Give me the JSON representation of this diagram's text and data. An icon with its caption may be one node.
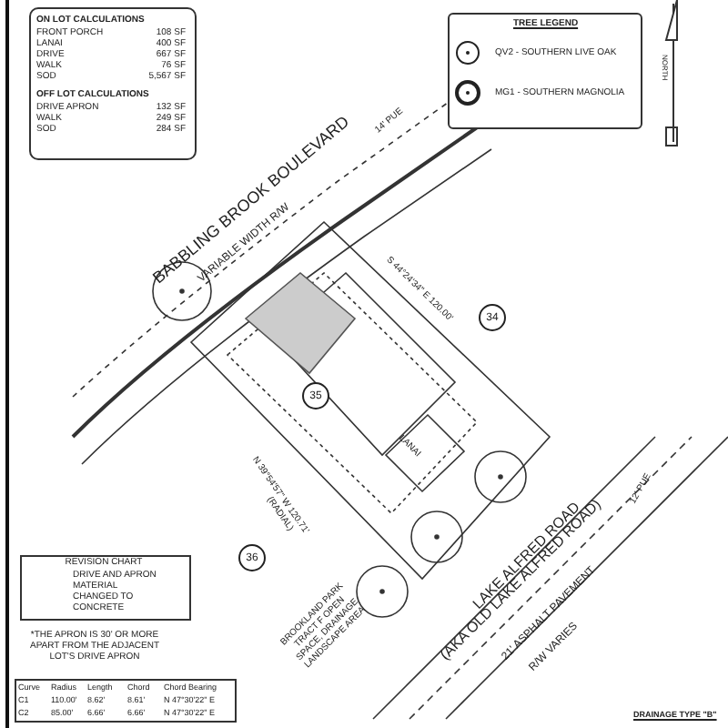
{
  "diagram": {
    "nodes": [
      {
        "text": [
          "34"
        ]
      },
      {
        "text": [
          "35"
        ]
      },
      {
        "text": [
          "36"
        ]
      }
    ],
    "labels": [
      "ON LOT CALCULATIONS",
      "FRONT PORCH",
      "108 SF",
      "LANAI",
      "400 SF",
      "DRIVE",
      "667 SF",
      "WALK",
      "76 SF",
      "SOD",
      "5,567 SF",
      "OFF LOT CALCULATIONS",
      "DRIVE APRON",
      "132 SF",
      "WALK",
      "249 SF",
      "SOD",
      "284 SF",
      "TREE LEGEND",
      "BABBLING BROOK BOULEVARD",
      "VARIABLE WIDTH R/W",
      "S 44°24'34\" E 120.00'",
      "N 39°54'57\" W 120.71'",
      "(RADIAL)",
      "LANAI",
      "REVISION CHART",
      "DRIVE AND APRON MATERIAL CHANGED TO CONCRETE",
      "*THE APRON IS 30' OR MORE APART FROM THE ADJACENT LOT'S DRIVE APRON",
      "BROOKLAND PARK TRACT F OPEN SPACE, DRAINAGE LANDSCAPE AREA",
      "LAKE ALFRED ROAD",
      "(AKA OLD LAKE ALFRED ROAD)",
      "21' ASPHALT PAVEMENT",
      "R/W VARIES",
      "Curve",
      "Radius",
      "Length",
      "Chord",
      "Chord Bearing",
      "C1",
      "110.00'",
      "8.62'",
      "8.61'",
      "N 47°30'22\" E",
      "C2",
      "85.00'",
      "6.66'",
      "6.66'",
      "N 47°30'22\" E",
      "DRAINAGE TYPE \"B\"",
      "14' PUE",
      "12' PUE",
      "NORTH"
    ],
    "legend": [
      {
        "text": "QV2 - SOUTHERN LIVE OAK"
      },
      {
        "text": "MG1 - SOUTHERN MAGNOLIA"
      }
    ]
  }
}
